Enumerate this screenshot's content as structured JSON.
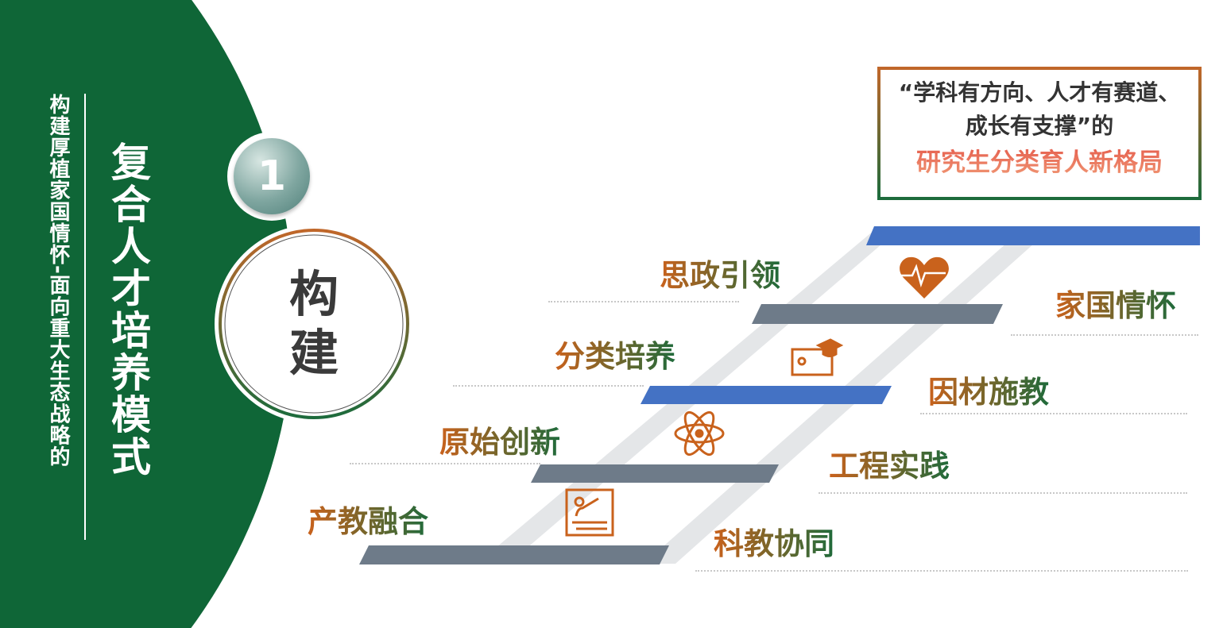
{
  "sidebar": {
    "title": "复合人才培养模式",
    "subtitle": "构建厚植家国情怀-面向重大生态战略的",
    "badge_number": "1"
  },
  "center": {
    "line1": "构",
    "line2": "建"
  },
  "quote": {
    "line1": "“学科有方向、人才有赛道、",
    "line2": "成长有支撑”的",
    "highlight": "研究生分类育人新格局"
  },
  "stairs": {
    "left_labels": [
      "思政引领",
      "分类培养",
      "原始创新",
      "产教融合"
    ],
    "right_labels": [
      "家国情怀",
      "因材施教",
      "工程实践",
      "科教协同"
    ],
    "icons": [
      "heart-pulse-icon",
      "certificate-graduation-icon",
      "atom-icon",
      "teaching-board-icon"
    ]
  },
  "colors": {
    "green": "#0f6637",
    "orange": "#c9621c",
    "blue": "#4472c4",
    "gray": "#6e7b89"
  }
}
